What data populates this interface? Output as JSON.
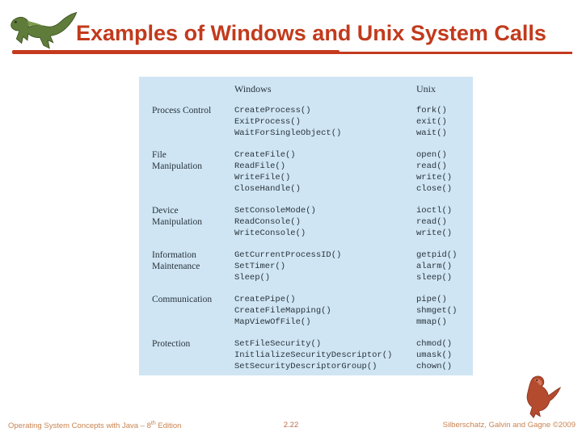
{
  "slide": {
    "title": "Examples of Windows and Unix System Calls"
  },
  "table": {
    "headers": {
      "windows": "Windows",
      "unix": "Unix"
    },
    "groups": [
      {
        "category": "Process Control",
        "windows": [
          "CreateProcess()",
          "ExitProcess()",
          "WaitForSingleObject()"
        ],
        "unix": [
          "fork()",
          "exit()",
          "wait()"
        ]
      },
      {
        "category": "File Manipulation",
        "windows": [
          "CreateFile()",
          "ReadFile()",
          "WriteFile()",
          "CloseHandle()"
        ],
        "unix": [
          "open()",
          "read()",
          "write()",
          "close()"
        ]
      },
      {
        "category": "Device Manipulation",
        "windows": [
          "SetConsoleMode()",
          "ReadConsole()",
          "WriteConsole()"
        ],
        "unix": [
          "ioctl()",
          "read()",
          "write()"
        ]
      },
      {
        "category": "Information Maintenance",
        "windows": [
          "GetCurrentProcessID()",
          "SetTimer()",
          "Sleep()"
        ],
        "unix": [
          "getpid()",
          "alarm()",
          "sleep()"
        ]
      },
      {
        "category": "Communication",
        "windows": [
          "CreatePipe()",
          "CreateFileMapping()",
          "MapViewOfFile()"
        ],
        "unix": [
          "pipe()",
          "shmget()",
          "mmap()"
        ]
      },
      {
        "category": "Protection",
        "windows": [
          "SetFileSecurity()",
          "InitlializeSecurityDescriptor()",
          "SetSecurityDescriptorGroup()"
        ],
        "unix": [
          "chmod()",
          "umask()",
          "chown()"
        ]
      }
    ]
  },
  "footer": {
    "left_prefix": "Operating System Concepts with Java – 8",
    "left_superscript": "th",
    "left_suffix": " Edition",
    "page_number": "2.22",
    "right": "Silberschatz, Galvin and Gagne ©2009"
  },
  "icons": {
    "header_logo": "green-trex-icon",
    "footer_mascot": "red-dino-icon"
  },
  "colors": {
    "title_red": "#c23a1c",
    "rule_red": "#c43a1e",
    "table_background": "#cfe5f3",
    "table_text": "#28343c",
    "footer_text": "#c98350"
  }
}
